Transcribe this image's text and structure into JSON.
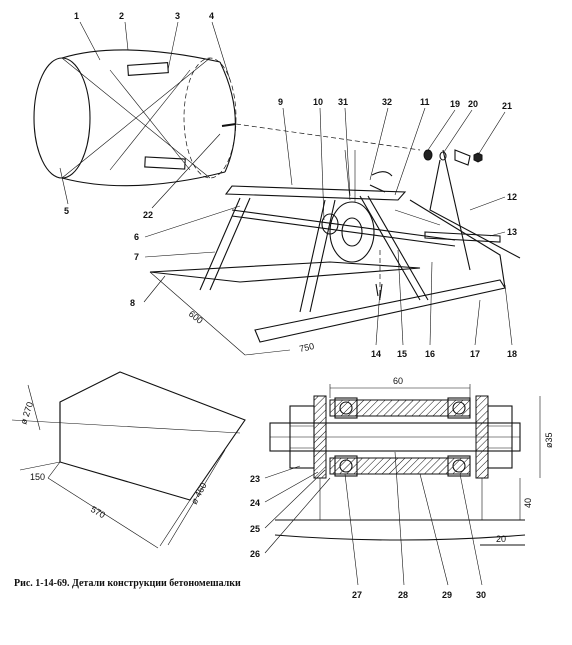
{
  "caption": "Рис. 1-14-69. Детали конструкции бетономешалки",
  "callouts": [
    "1",
    "2",
    "3",
    "4",
    "5",
    "6",
    "7",
    "8",
    "9",
    "10",
    "31",
    "32",
    "11",
    "19",
    "20",
    "21",
    "12",
    "13",
    "22",
    "14",
    "15",
    "16",
    "17",
    "18",
    "23",
    "24",
    "25",
    "26",
    "27",
    "28",
    "29",
    "30"
  ],
  "dimensions": {
    "frame_600": "600",
    "frame_750": "750",
    "drum_diam_top": "ø 270",
    "drum_150": "150",
    "drum_570": "570",
    "drum_diam_460": "ø 460",
    "shaft_60": "60",
    "shaft_diam_35": "ø35",
    "shaft_40": "40",
    "shaft_20": "20"
  }
}
